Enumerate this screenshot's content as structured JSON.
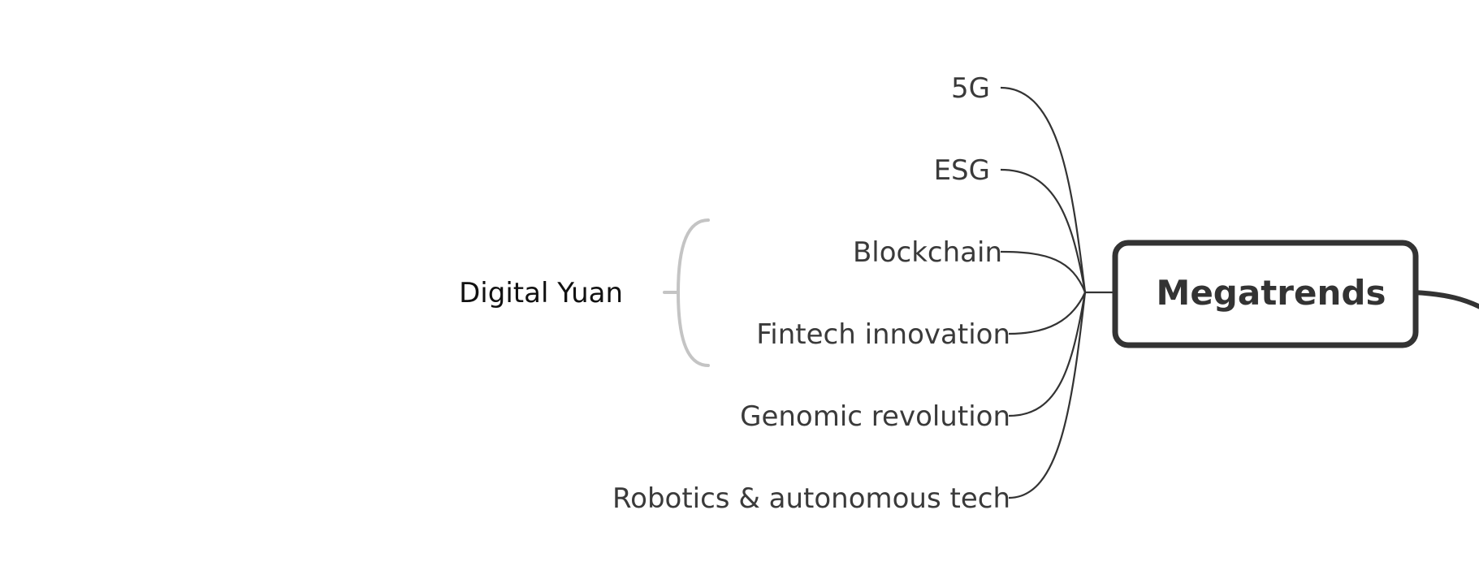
{
  "central_topic": {
    "label": "Megatrends"
  },
  "branches": [
    {
      "label": "5G"
    },
    {
      "label": "ESG"
    },
    {
      "label": "Blockchain"
    },
    {
      "label": "Fintech innovation"
    },
    {
      "label": "Genomic revolution"
    },
    {
      "label": "Robotics & autonomous tech"
    }
  ],
  "bracket_group": {
    "label": "Digital Yuan",
    "spans": [
      "Blockchain",
      "Fintech innovation"
    ]
  },
  "colors": {
    "text": "#3a3a3a",
    "lines": "#333333",
    "central_border": "#333333",
    "bracket": "#c4c4c4"
  }
}
